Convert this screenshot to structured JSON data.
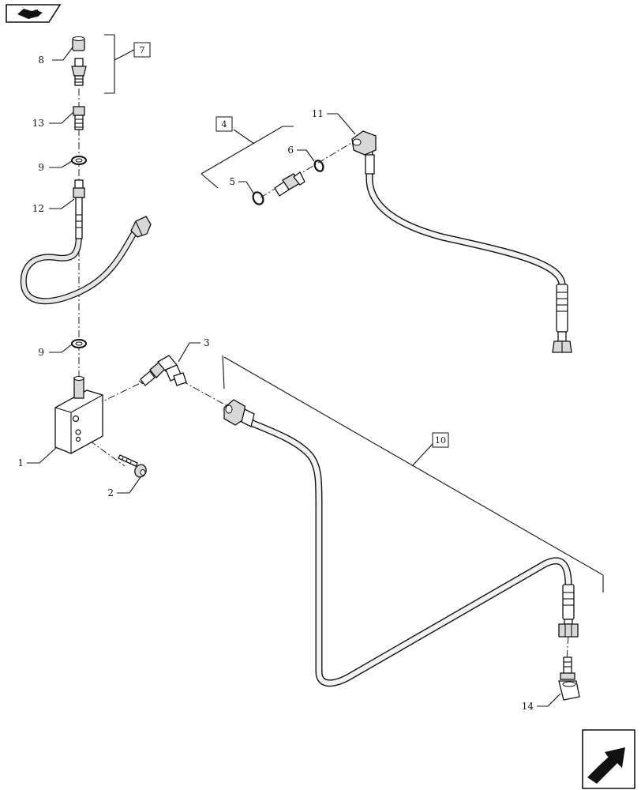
{
  "callouts": {
    "c1": "1",
    "c2": "2",
    "c3": "3",
    "c4": "4",
    "c5": "5",
    "c6": "6",
    "c7": "7",
    "c8": "8",
    "c9a": "9",
    "c9b": "9",
    "c10": "10",
    "c11": "11",
    "c12": "12",
    "c13": "13",
    "c14": "14"
  },
  "icons": {
    "top_left": "book-arrow-icon",
    "bottom_right": "next-page-arrow-icon"
  }
}
